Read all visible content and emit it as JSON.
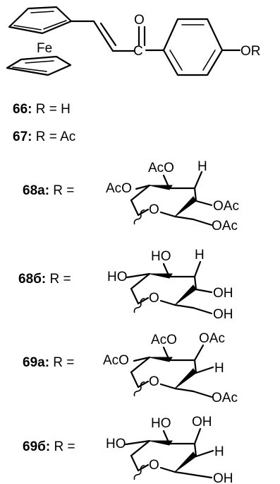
{
  "header": {
    "iron": "Fe",
    "oxygen": "O",
    "substituent": "OR"
  },
  "compounds": [
    {
      "id": "66:",
      "rest": " R = H"
    },
    {
      "id": "67:",
      "rest": " R = Ac"
    },
    {
      "id": "68a:",
      "rest": " R ="
    },
    {
      "id": "68б:",
      "rest": " R ="
    },
    {
      "id": "69a:",
      "rest": " R ="
    },
    {
      "id": "69б:",
      "rest": " R ="
    }
  ],
  "sugars": [
    {
      "top_left": "AcO",
      "top_right": "H",
      "left": "AcO",
      "ring_o": "O",
      "right": "OAc",
      "ch2": "OAc"
    },
    {
      "top_left": "HO",
      "top_right": "H",
      "left": "HO",
      "ring_o": "O",
      "right": "OH",
      "ch2": "OH"
    },
    {
      "top_left": "AcO",
      "top_right": "OAc",
      "left": "AcO",
      "ring_o": "O",
      "right": "H",
      "ch2": "OAc"
    },
    {
      "top_left": "HO",
      "top_right": "OH",
      "left": "HO",
      "ring_o": "O",
      "right": "H",
      "ch2": "OH"
    }
  ]
}
